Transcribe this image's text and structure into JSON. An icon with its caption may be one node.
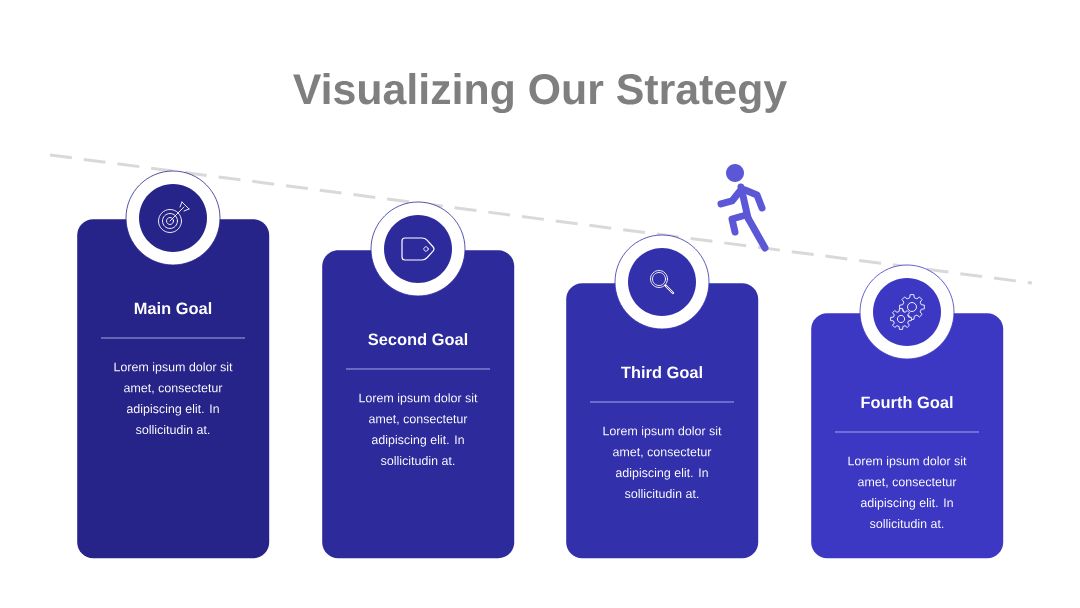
{
  "diagram": {
    "title": "Visualizing Our Strategy",
    "nodes": [
      {
        "text": [
          "Main Goal",
          "Lorem ipsum dolor sit amet, consectetur adipiscing elit. In sollicitudin at."
        ]
      },
      {
        "text": [
          "Second Goal",
          "Lorem ipsum dolor sit amet, consectetur adipiscing elit. In sollicitudin at."
        ]
      },
      {
        "text": [
          "Third Goal",
          "Lorem ipsum dolor sit amet, consectetur adipiscing elit. In sollicitudin at."
        ]
      },
      {
        "text": [
          "Fourth Goal",
          "Lorem ipsum dolor sit amet, consectetur adipiscing elit. In sollicitudin at."
        ]
      }
    ]
  }
}
